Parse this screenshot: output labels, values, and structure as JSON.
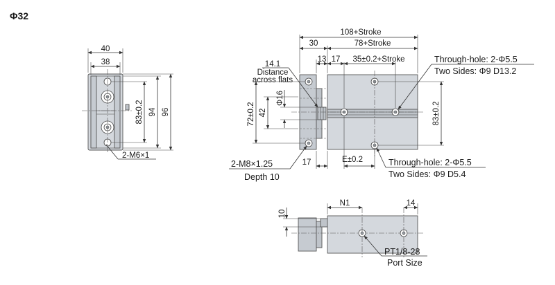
{
  "title": "Φ32",
  "labels": {
    "w40": "40",
    "w38": "38",
    "h83_left": "83±0.2",
    "h94": "94",
    "h96": "96",
    "m6": "2-M6×1",
    "len108": "108+Stroke",
    "len78": "78+Stroke",
    "len30": "30",
    "len13": "13",
    "len17_top": "17",
    "len35": "35±0.2+Stroke",
    "flat14": "14.1",
    "distance": "Distance",
    "across": "across flats",
    "phi16": "Φ16",
    "h72": "72±0.2",
    "h42": "42",
    "h83_right": "83±0.2",
    "th_top_1": "Through-hole: 2-Φ5.5",
    "th_top_2": "Two Sides: Φ9  D13.2",
    "th_bot_1": "Through-hole: 2-Φ5.5",
    "th_bot_2": "Two Sides: Φ9  D5.4",
    "m8": "2-M8×1.25",
    "depth": "Depth 10",
    "len17_bot": "17",
    "e": "E±0.2",
    "n1": "N1",
    "d14": "14",
    "d10": "10",
    "port1": "PT1/8-28",
    "port2": "Port Size"
  }
}
